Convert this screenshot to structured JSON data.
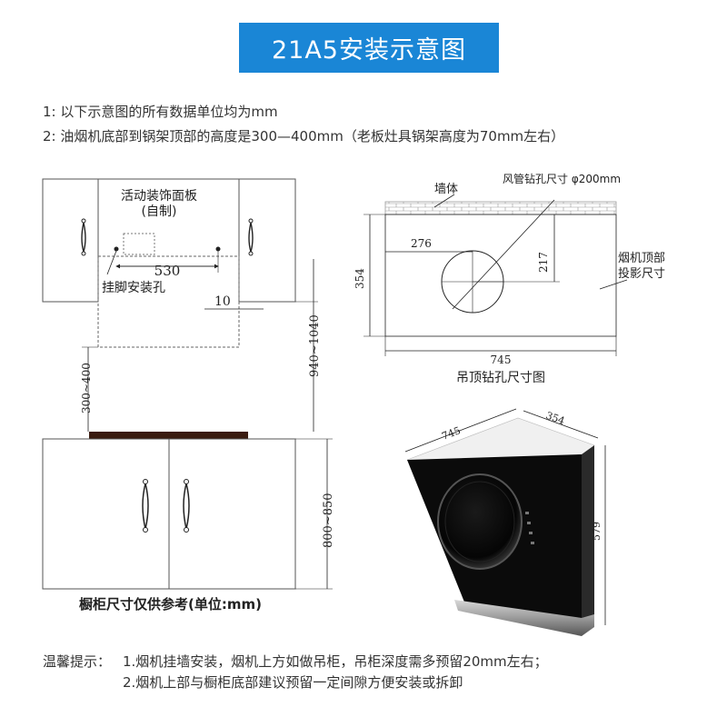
{
  "header": {
    "title": "21A5安装示意图"
  },
  "notes": [
    "1:  以下示意图的所有数据单位均为mm",
    "2:  油烟机底部到锅架顶部的高度是300—400mm（老板灶具锅架高度为70mm左右）"
  ],
  "cabinet": {
    "panel_label_1": "活动装饰面板",
    "panel_label_2": "(自制)",
    "dim_530": "530",
    "hole_label": "挂脚安装孔",
    "dim_10": "10",
    "dim_940_1040": "940~1040",
    "dim_300_400": "300~400",
    "dim_800_850": "800~850",
    "caption": "橱柜尺寸仅供参考(单位:mm)"
  },
  "ceiling": {
    "wall_label": "墙体",
    "hole_label": "风管钻孔尺寸 φ200mm",
    "dim_276": "276",
    "dim_217": "217",
    "dim_354": "354",
    "dim_745": "745",
    "projection_label_1": "烟机顶部",
    "projection_label_2": "投影尺寸",
    "caption": "吊顶钻孔尺寸图"
  },
  "hood": {
    "dim_745": "745",
    "dim_354": "354",
    "dim_579": "579"
  },
  "tips": {
    "prefix": "温馨提示：",
    "line1": "1.烟机挂墙安装，烟机上方如做吊柜，吊柜深度需多预留20mm左右；",
    "line2": "2.烟机上部与橱柜底部建议预留一定间隙方便安装或拆卸"
  },
  "colors": {
    "accent": "#1a86d6",
    "hood_glass": "#0b0b0b",
    "cooktop": "#3a1c10"
  }
}
